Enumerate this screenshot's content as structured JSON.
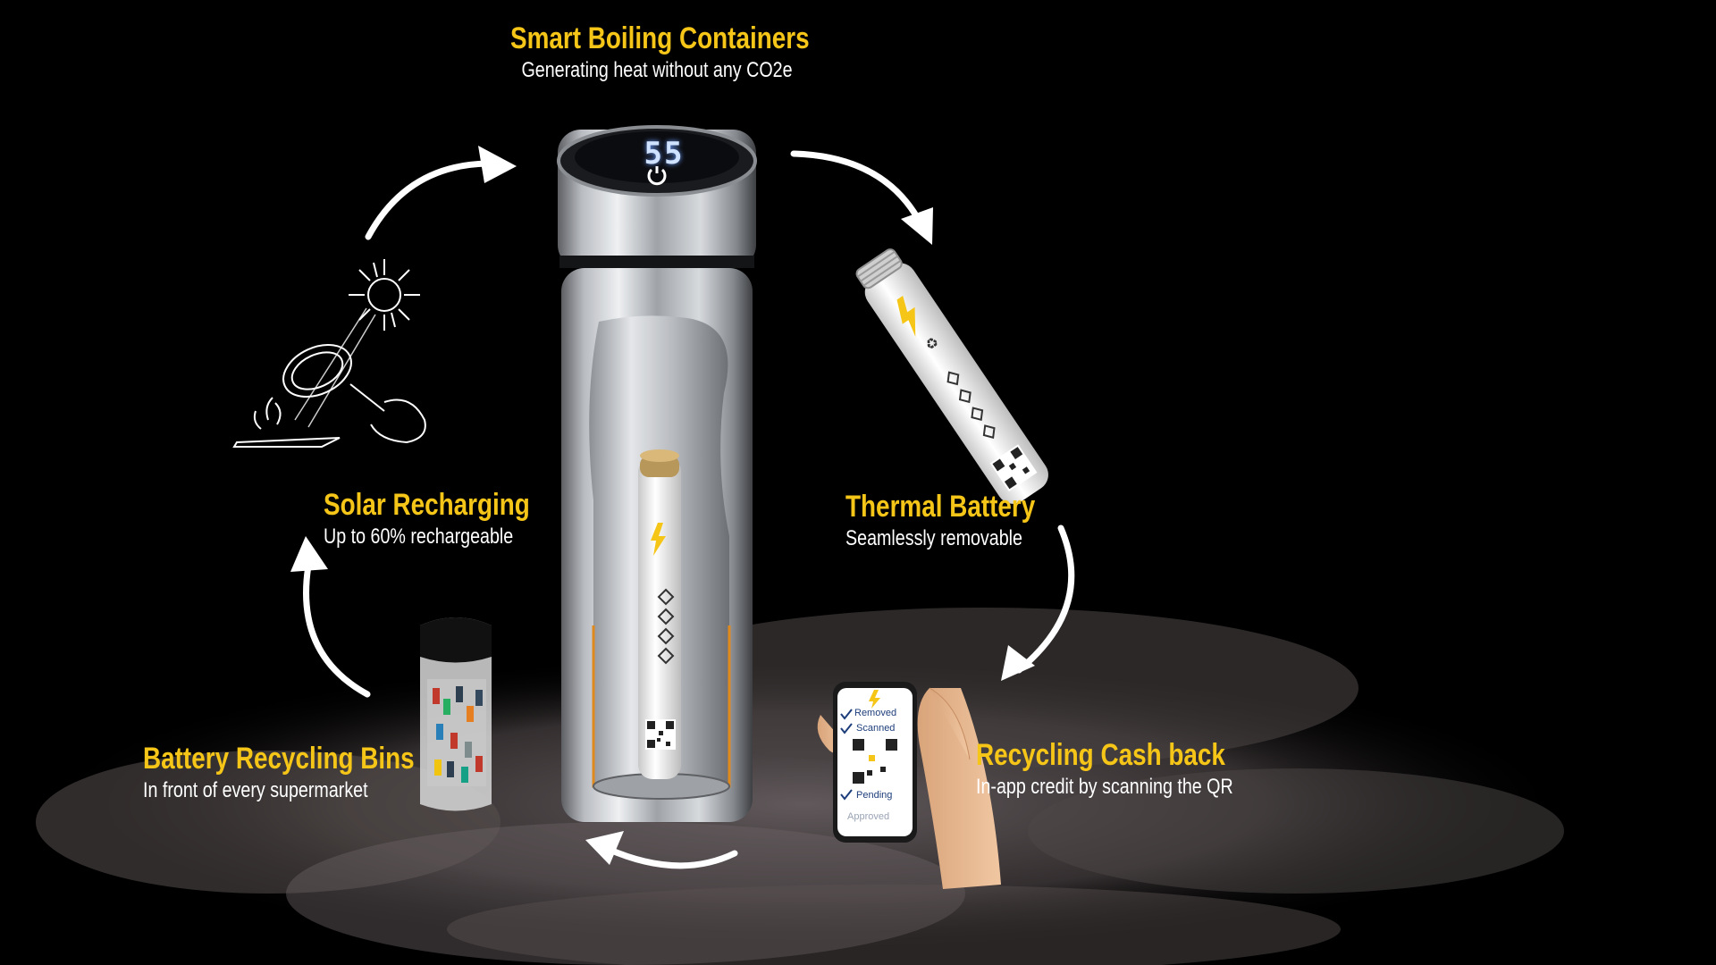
{
  "colors": {
    "title": "#f5c518",
    "subtitle": "#ffffff",
    "background": "#000000",
    "arrow": "#ffffff"
  },
  "labels": {
    "smart": {
      "title": "Smart Boiling Containers",
      "subtitle": "Generating heat without any CO2e"
    },
    "thermal": {
      "title": "Thermal Battery",
      "subtitle": "Seamlessly removable"
    },
    "cashback": {
      "title": "Recycling Cash back",
      "subtitle": "In-app credit by scanning the QR"
    },
    "bins": {
      "title": "Battery Recycling Bins",
      "subtitle": "In front of every supermarket"
    },
    "solar": {
      "title": "Solar Recharging",
      "subtitle": "Up to 60% rechargeable"
    }
  },
  "device": {
    "temperature_display": "55"
  },
  "phone": {
    "status_items": [
      {
        "text": "Removed",
        "checked": true
      },
      {
        "text": "Scanned",
        "checked": true
      },
      {
        "text": "Pending",
        "checked": true
      },
      {
        "text": "Approved",
        "checked": false
      }
    ]
  },
  "icons": [
    "power-icon",
    "lightning-icon",
    "recycle-icon",
    "qr-code-icon",
    "sun-icon",
    "magnifying-glass-icon",
    "checkmark-icon",
    "cycle-arrow-icon"
  ]
}
